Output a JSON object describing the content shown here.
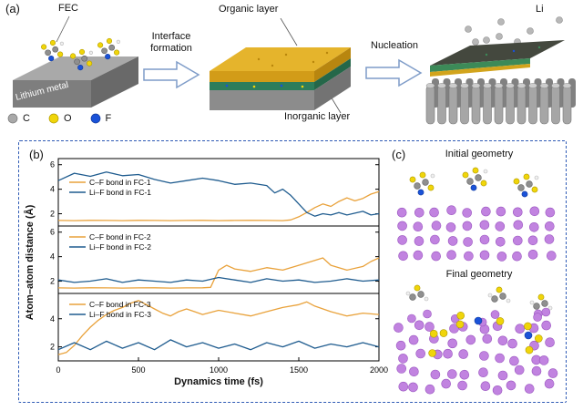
{
  "panel_a": {
    "label": "(a)",
    "fec_label": "FEC",
    "lithium_metal_label": "Lithium metal",
    "arrow1_label": "Interface formation",
    "arrow2_label": "Nucleation",
    "organic_label": "Organic layer",
    "inorganic_label": "Inorganic layer",
    "li_label": "Li",
    "legend": [
      {
        "symbol": "C",
        "color": "#a8a8a8"
      },
      {
        "symbol": "O",
        "color": "#f0d50a"
      },
      {
        "symbol": "F",
        "color": "#1a52d8"
      }
    ]
  },
  "panel_b": {
    "label": "(b)"
  },
  "chart_data": {
    "type": "line",
    "xlabel": "Dynamics time (fs)",
    "ylabel": "Atom–atom distance (Å)",
    "xlim": [
      0,
      2000
    ],
    "xticks": [
      0,
      500,
      1000,
      1500,
      2000
    ],
    "grid": false,
    "legend_position": "upper-left-inside",
    "subplots": [
      {
        "ylim": [
          1,
          6.5
        ],
        "yticks": [
          2,
          4,
          6
        ],
        "legend_offset": 26,
        "series": [
          {
            "name": "C–F bond in FC-1",
            "color": "#E9A23B",
            "x": [
              0,
              100,
              200,
              300,
              400,
              500,
              600,
              700,
              800,
              900,
              1000,
              1100,
              1200,
              1300,
              1400,
              1450,
              1500,
              1550,
              1600,
              1650,
              1700,
              1750,
              1800,
              1850,
              1900,
              1950,
              2000
            ],
            "y": [
              1.45,
              1.44,
              1.46,
              1.45,
              1.44,
              1.46,
              1.45,
              1.44,
              1.45,
              1.46,
              1.44,
              1.45,
              1.46,
              1.45,
              1.44,
              1.5,
              1.75,
              2.1,
              2.5,
              2.8,
              2.6,
              3.0,
              3.3,
              3.05,
              3.25,
              3.6,
              3.8
            ]
          },
          {
            "name": "Li–F bond in FC-1",
            "color": "#1F5C8F",
            "x": [
              0,
              100,
              200,
              300,
              400,
              500,
              600,
              700,
              800,
              900,
              1000,
              1100,
              1200,
              1300,
              1350,
              1400,
              1450,
              1500,
              1550,
              1600,
              1650,
              1700,
              1750,
              1800,
              1850,
              1900,
              1950,
              2000
            ],
            "y": [
              4.7,
              5.3,
              5.05,
              5.4,
              5.1,
              5.2,
              4.8,
              4.5,
              4.7,
              4.9,
              4.7,
              4.4,
              4.5,
              4.3,
              3.7,
              4.0,
              3.5,
              2.8,
              2.1,
              1.8,
              2.0,
              1.9,
              2.1,
              1.9,
              2.05,
              2.2,
              1.9,
              2.0
            ]
          }
        ]
      },
      {
        "ylim": [
          1,
          6.5
        ],
        "yticks": [
          2,
          4,
          6
        ],
        "legend_offset": 12,
        "series": [
          {
            "name": "C–F bond in FC-2",
            "color": "#E9A23B",
            "x": [
              0,
              100,
              200,
              300,
              400,
              500,
              600,
              700,
              800,
              900,
              950,
              1000,
              1050,
              1100,
              1200,
              1300,
              1400,
              1500,
              1600,
              1650,
              1700,
              1800,
              1900,
              1950,
              2000
            ],
            "y": [
              1.45,
              1.44,
              1.46,
              1.45,
              1.44,
              1.45,
              1.46,
              1.44,
              1.45,
              1.46,
              1.5,
              2.9,
              3.3,
              3.0,
              2.8,
              3.1,
              2.9,
              3.3,
              3.7,
              3.9,
              3.3,
              2.9,
              3.2,
              3.6,
              3.9
            ]
          },
          {
            "name": "Li–F bond in FC-2",
            "color": "#1F5C8F",
            "x": [
              0,
              100,
              200,
              300,
              400,
              500,
              600,
              700,
              800,
              900,
              1000,
              1100,
              1200,
              1300,
              1400,
              1500,
              1600,
              1700,
              1800,
              1900,
              2000
            ],
            "y": [
              2.1,
              1.9,
              2.0,
              2.2,
              1.9,
              2.1,
              2.0,
              1.9,
              2.1,
              2.0,
              2.3,
              2.1,
              1.9,
              2.2,
              2.0,
              2.1,
              1.9,
              2.0,
              2.2,
              2.0,
              2.1
            ]
          }
        ]
      },
      {
        "ylim": [
          1,
          5.8
        ],
        "yticks": [
          2,
          4
        ],
        "legend_offset": 12,
        "series": [
          {
            "name": "C–F bond in FC-3",
            "color": "#E9A23B",
            "x": [
              0,
              50,
              100,
              150,
              200,
              250,
              300,
              350,
              400,
              450,
              500,
              550,
              600,
              650,
              700,
              750,
              800,
              850,
              900,
              1000,
              1100,
              1200,
              1300,
              1400,
              1500,
              1550,
              1600,
              1700,
              1800,
              1900,
              2000
            ],
            "y": [
              1.45,
              1.6,
              2.1,
              2.8,
              3.4,
              3.9,
              4.3,
              4.6,
              4.8,
              5.1,
              5.3,
              5.0,
              4.7,
              4.4,
              4.2,
              4.5,
              4.7,
              4.5,
              4.3,
              4.6,
              4.4,
              4.2,
              4.5,
              4.8,
              5.0,
              5.2,
              4.9,
              4.5,
              4.2,
              4.4,
              4.3
            ]
          },
          {
            "name": "Li–F bond in FC-3",
            "color": "#1F5C8F",
            "x": [
              0,
              100,
              200,
              300,
              400,
              500,
              600,
              700,
              800,
              900,
              1000,
              1100,
              1200,
              1300,
              1400,
              1500,
              1600,
              1700,
              1800,
              1900,
              2000
            ],
            "y": [
              1.8,
              2.3,
              1.8,
              2.4,
              1.9,
              2.3,
              1.8,
              2.5,
              2.0,
              2.3,
              1.9,
              2.2,
              1.8,
              2.3,
              2.0,
              2.4,
              1.9,
              2.2,
              2.0,
              2.3,
              2.0
            ]
          }
        ]
      }
    ]
  },
  "panel_c": {
    "label": "(c)",
    "initial_title": "Initial geometry",
    "final_title": "Final geometry",
    "atom_colors": {
      "li": "#c183e0",
      "c": "#8f8f8f",
      "o": "#f0d50a",
      "f": "#1a52d8",
      "h": "#f0f0f0"
    }
  }
}
